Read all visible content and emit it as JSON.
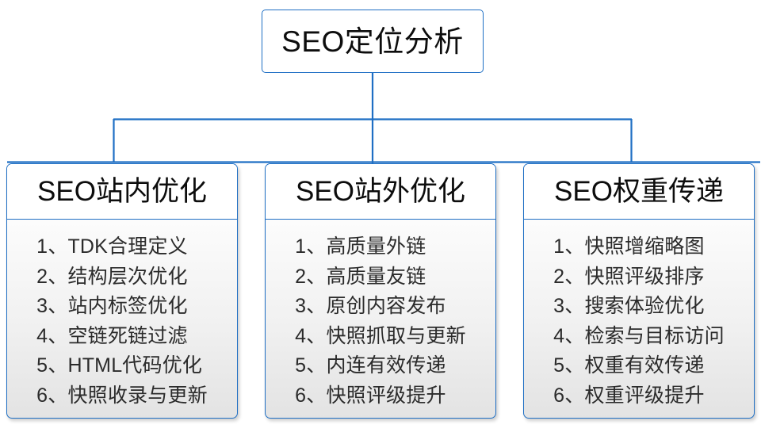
{
  "diagram": {
    "type": "org-tree",
    "root": {
      "label": "SEO定位分析"
    },
    "branches": [
      {
        "id": "seo-onsite",
        "title": "SEO站内优化",
        "items": [
          "1、TDK合理定义",
          "2、结构层次优化",
          "3、站内标签优化",
          "4、空链死链过滤",
          "5、HTML代码优化",
          "6、快照收录与更新"
        ]
      },
      {
        "id": "seo-offsite",
        "title": "SEO站外优化",
        "items": [
          "1、高质量外链",
          "2、高质量友链",
          "3、原创内容发布",
          "4、快照抓取与更新",
          "5、内连有效传递",
          "6、快照评级提升"
        ]
      },
      {
        "id": "seo-weight",
        "title": "SEO权重传递",
        "items": [
          "1、快照增缩略图",
          "2、快照评级排序",
          "3、搜索体验优化",
          "4、检索与目标访问",
          "5、权重有效传递",
          "6、权重评级提升"
        ]
      }
    ],
    "colors": {
      "border": "#1f6fc4",
      "connector": "#1f6fc4",
      "header_background": "#ffffff",
      "body_background_top": "#fefefe",
      "body_background_bottom": "#e3e3e3",
      "text": "#2b2b2b",
      "title_text": "#0d0d0d",
      "page_background": "#ffffff"
    }
  }
}
